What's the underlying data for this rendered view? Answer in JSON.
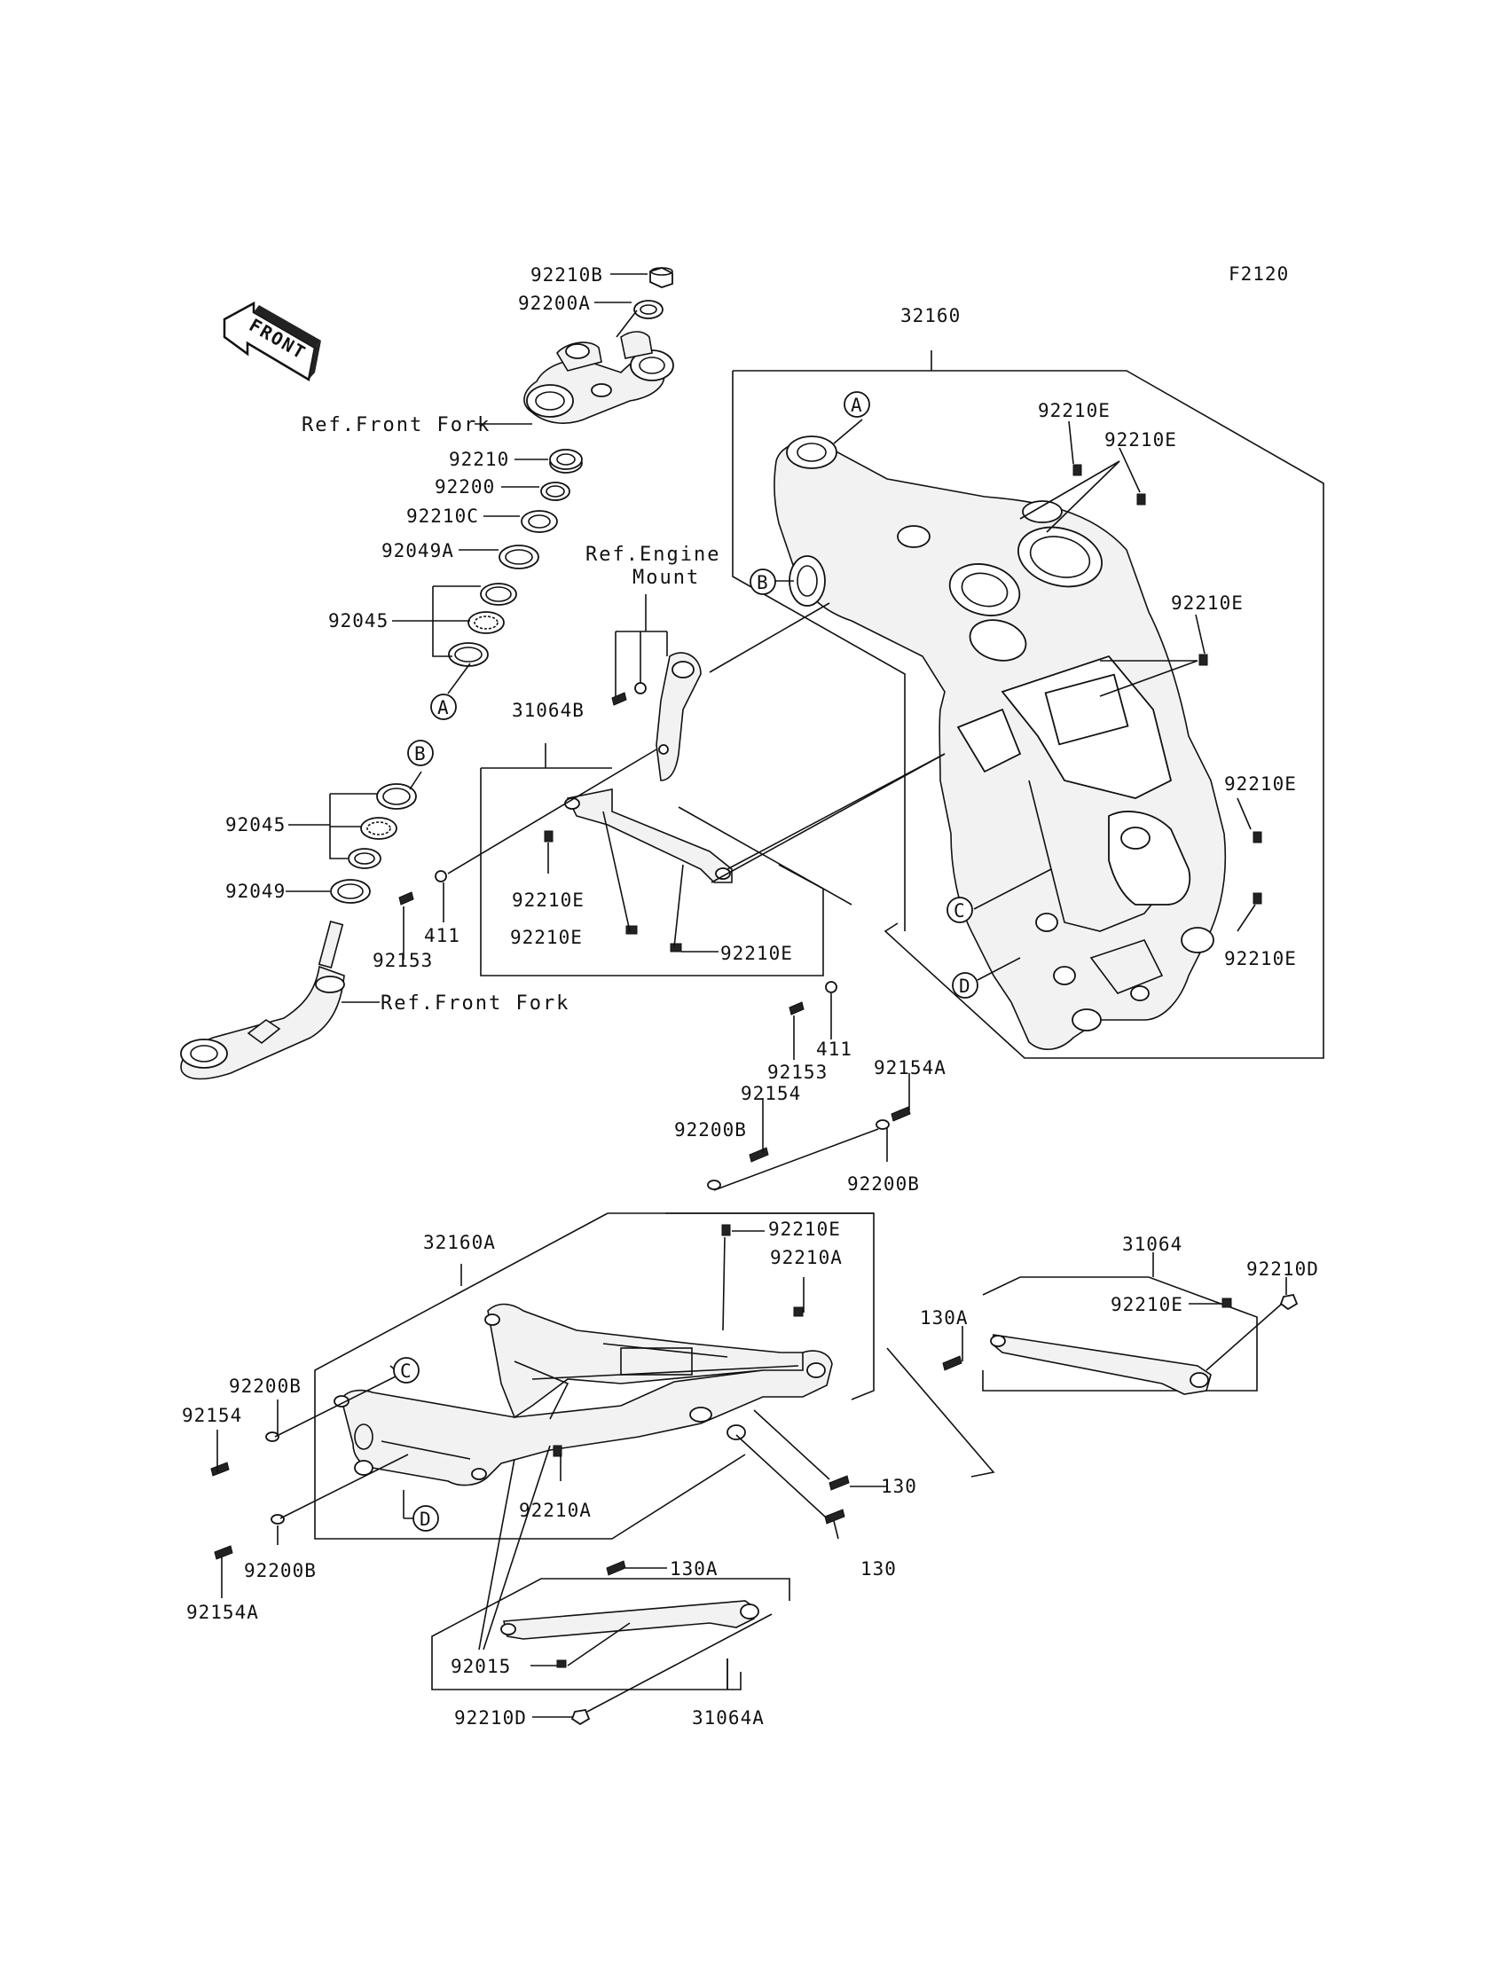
{
  "figure_code": "F2120",
  "front_marker": "FRONT",
  "references": {
    "front_fork_upper": "Ref.Front Fork",
    "front_fork_lower": "Ref.Front Fork",
    "engine_mount_line1": "Ref.Engine",
    "engine_mount_line2": "Mount"
  },
  "circle_markers": {
    "a_left": "A",
    "b_left": "B",
    "a_frame": "A",
    "b_frame": "B",
    "c_frame": "C",
    "d_frame": "D",
    "c_subframe": "C",
    "d_subframe": "D"
  },
  "labels": {
    "p92210B": "92210B",
    "p92200A": "92200A",
    "p92210": "92210",
    "p92200": "92200",
    "p92210C": "92210C",
    "p92049A": "92049A",
    "p92045_upper": "92045",
    "p92045_lower": "92045",
    "p92049": "92049",
    "p32160": "32160",
    "p92210E_1": "92210E",
    "p92210E_2": "92210E",
    "p92210E_3": "92210E",
    "p92210E_4": "92210E",
    "p92210E_5": "92210E",
    "p31064B": "31064B",
    "p92210E_6": "92210E",
    "p92210E_7": "92210E",
    "p92210E_8": "92210E",
    "p411_1": "411",
    "p92153_1": "92153",
    "p411_2": "411",
    "p92153_2": "92153",
    "p92154A_1": "92154A",
    "p92154_1": "92154",
    "p92200B_1": "92200B",
    "p92200B_2": "92200B",
    "p32160A": "32160A",
    "p92210E_9": "92210E",
    "p92210A_1": "92210A",
    "p31064": "31064",
    "p92210D_1": "92210D",
    "p92210E_10": "92210E",
    "p130A_1": "130A",
    "p92200B_3": "92200B",
    "p92154_2": "92154",
    "p92210A_2": "92210A",
    "p130_1": "130",
    "p130_2": "130",
    "p92200B_4": "92200B",
    "p92154A_2": "92154A",
    "p130A_2": "130A",
    "p92015": "92015",
    "p92210D_2": "92210D",
    "p31064A": "31064A"
  }
}
